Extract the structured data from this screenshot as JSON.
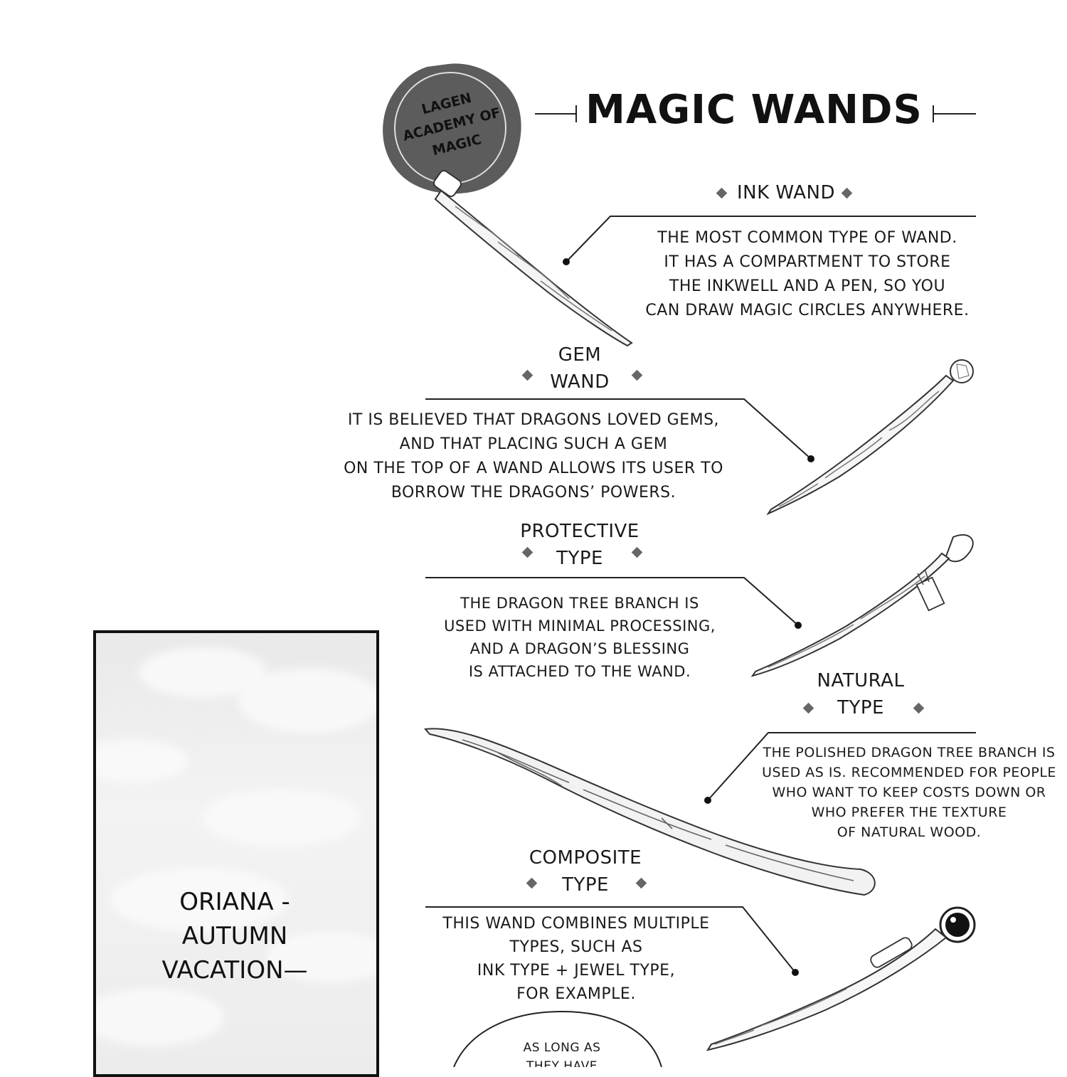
{
  "seal": {
    "lines": [
      "LAGEN",
      "ACADEMY OF",
      "MAGIC"
    ]
  },
  "title": "MAGIC WANDS",
  "wands": {
    "ink": {
      "heading": "INK WAND",
      "lines": [
        "THE MOST COMMON TYPE OF WAND.",
        "IT HAS A COMPARTMENT TO STORE",
        "THE INKWELL AND A PEN, SO YOU",
        "CAN DRAW MAGIC CIRCLES ANYWHERE."
      ]
    },
    "gem": {
      "heading": [
        "GEM",
        "WAND"
      ],
      "lines": [
        "IT IS BELIEVED THAT DRAGONS LOVED GEMS,",
        "AND THAT PLACING SUCH A GEM",
        "ON THE TOP OF A WAND ALLOWS ITS USER TO",
        "BORROW THE DRAGONS’ POWERS."
      ]
    },
    "protective": {
      "heading": [
        "PROTECTIVE",
        "TYPE"
      ],
      "lines": [
        "THE DRAGON TREE BRANCH IS",
        "USED WITH MINIMAL PROCESSING,",
        "AND A DRAGON’S BLESSING",
        "IS ATTACHED TO THE WAND."
      ]
    },
    "natural": {
      "heading": [
        "NATURAL",
        "TYPE"
      ],
      "lines": [
        "THE POLISHED DRAGON TREE BRANCH IS",
        "USED AS IS. RECOMMENDED FOR PEOPLE",
        "WHO WANT TO KEEP COSTS DOWN OR",
        "WHO PREFER THE TEXTURE",
        "OF NATURAL WOOD."
      ]
    },
    "composite": {
      "heading": [
        "COMPOSITE",
        "TYPE"
      ],
      "lines": [
        "THIS WAND COMBINES MULTIPLE",
        "TYPES, SUCH AS",
        "INK TYPE + JEWEL TYPE,",
        "FOR EXAMPLE."
      ]
    }
  },
  "panel": {
    "lines": [
      "ORIANA -",
      "AUTUMN",
      "VACATION—"
    ]
  },
  "bubble": {
    "lines": [
      "AS LONG AS",
      "THEY HAVE"
    ]
  }
}
